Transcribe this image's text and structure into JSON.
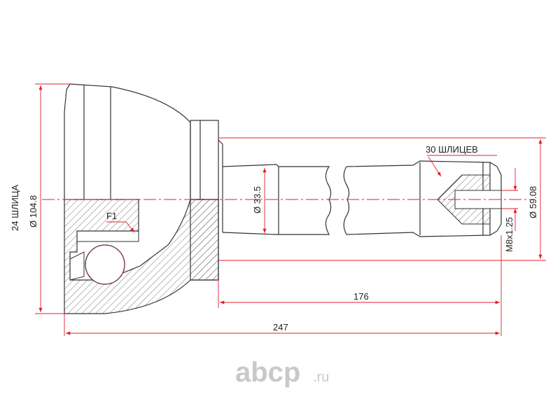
{
  "labels": {
    "spline_outer": "24 ШЛИЦА",
    "dia_outer": "Ø 104.8",
    "dia_shaft": "Ø 33.5",
    "spline_shaft": "30 ШЛИЦЕВ",
    "dia_abs": "Ø 59.08",
    "thread": "M8x1.25",
    "length_shaft": "176",
    "length_total": "247",
    "flag": "F1"
  },
  "logo": {
    "name": "abcp",
    "tld": ".ru"
  },
  "colors": {
    "line": "#333333",
    "dim": "#e0202a",
    "axis": "#e0202a",
    "logo": "#c9c9c9"
  }
}
